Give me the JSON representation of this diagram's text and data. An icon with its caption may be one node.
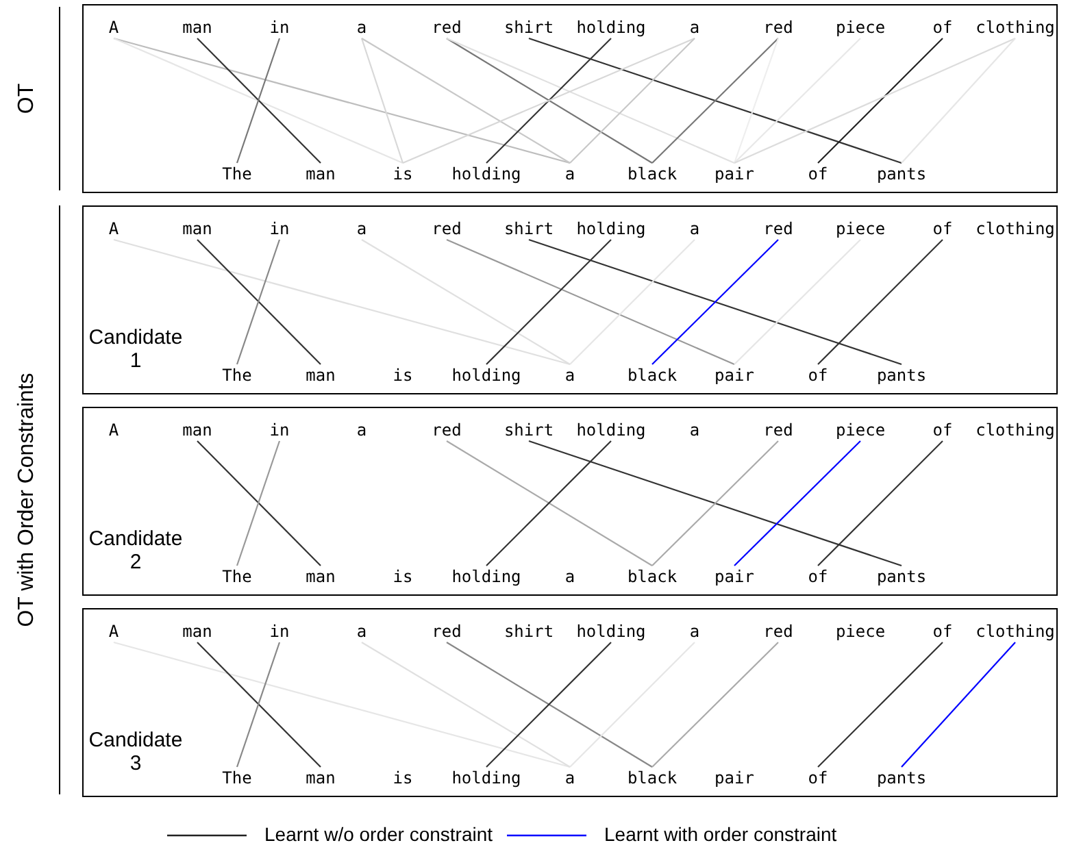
{
  "diagram": {
    "nodes": [
      {
        "text": [],
        "shape": "box",
        "beside": [
          "OT"
        ]
      },
      {
        "text": [
          "A"
        ],
        "in": 0
      },
      {
        "text": [
          "man"
        ],
        "in": 0
      },
      {
        "text": [
          "in"
        ],
        "in": 0
      },
      {
        "text": [
          "a"
        ],
        "in": 0
      },
      {
        "text": [
          "red"
        ],
        "in": 0
      },
      {
        "text": [
          "shirt"
        ],
        "in": 0
      },
      {
        "text": [
          "holding"
        ],
        "in": 0
      },
      {
        "text": [
          "a"
        ],
        "in": 0
      },
      {
        "text": [
          "red"
        ],
        "in": 0
      },
      {
        "text": [
          "piece"
        ],
        "in": 0
      },
      {
        "text": [
          "of"
        ],
        "in": 0
      },
      {
        "text": [
          "clothing"
        ],
        "in": 0
      },
      {
        "text": [
          "The"
        ],
        "in": 0
      },
      {
        "text": [
          "man"
        ],
        "in": 0
      },
      {
        "text": [
          "is"
        ],
        "in": 0
      },
      {
        "text": [
          "holding"
        ],
        "in": 0
      },
      {
        "text": [
          "a"
        ],
        "in": 0
      },
      {
        "text": [
          "black"
        ],
        "in": 0
      },
      {
        "text": [
          "pair"
        ],
        "in": 0
      },
      {
        "text": [
          "of"
        ],
        "in": 0
      },
      {
        "text": [
          "pants"
        ],
        "in": 0
      },
      {
        "text": [
          "Candidate 1"
        ]
      },
      {
        "text": [
          "A"
        ],
        "in": 22
      },
      {
        "text": [
          "man"
        ],
        "in": 22
      },
      {
        "text": [
          "in"
        ],
        "in": 22
      },
      {
        "text": [
          "a"
        ],
        "in": 22
      },
      {
        "text": [
          "red"
        ],
        "in": 22
      },
      {
        "text": [
          "shirt"
        ],
        "in": 22
      },
      {
        "text": [
          "holding"
        ],
        "in": 22
      },
      {
        "text": [
          "a"
        ],
        "in": 22
      },
      {
        "text": [
          "red"
        ],
        "in": 22
      },
      {
        "text": [
          "piece"
        ],
        "in": 22
      },
      {
        "text": [
          "of"
        ],
        "in": 22
      },
      {
        "text": [
          "clothing"
        ],
        "in": 22
      },
      {
        "text": [
          "The"
        ],
        "in": 22
      },
      {
        "text": [
          "man"
        ],
        "in": 22
      },
      {
        "text": [
          "is"
        ],
        "in": 22
      },
      {
        "text": [
          "holding"
        ],
        "in": 22
      },
      {
        "text": [
          "a"
        ],
        "in": 22
      },
      {
        "text": [
          "black"
        ],
        "in": 22
      },
      {
        "text": [
          "pair"
        ],
        "in": 22
      },
      {
        "text": [
          "of"
        ],
        "in": 22
      },
      {
        "text": [
          "pants"
        ],
        "in": 22
      },
      {
        "text": [
          "Candidate 2"
        ]
      },
      {
        "text": [
          "A"
        ],
        "in": 44
      },
      {
        "text": [
          "man"
        ],
        "in": 44
      },
      {
        "text": [
          "in"
        ],
        "in": 44
      },
      {
        "text": [
          "a"
        ],
        "in": 44
      },
      {
        "text": [
          "red"
        ],
        "in": 44
      },
      {
        "text": [
          "shirt"
        ],
        "in": 44
      },
      {
        "text": [
          "holding"
        ],
        "in": 44
      },
      {
        "text": [
          "a"
        ],
        "in": 44
      },
      {
        "text": [
          "red"
        ],
        "in": 44
      },
      {
        "text": [
          "piece"
        ],
        "in": 44
      },
      {
        "text": [
          "of"
        ],
        "in": 44
      },
      {
        "text": [
          "clothing"
        ],
        "in": 44
      },
      {
        "text": [
          "The"
        ],
        "in": 44
      },
      {
        "text": [
          "man"
        ],
        "in": 44
      },
      {
        "text": [
          "is"
        ],
        "in": 44
      },
      {
        "text": [
          "holding"
        ],
        "in": 44
      },
      {
        "text": [
          "a"
        ],
        "in": 44
      },
      {
        "text": [
          "black"
        ],
        "in": 44
      },
      {
        "text": [
          "pair"
        ],
        "in": 44
      },
      {
        "text": [
          "of"
        ],
        "in": 44
      },
      {
        "text": [
          "pants"
        ],
        "in": 44
      },
      {
        "text": [
          "Candidate 3"
        ]
      },
      {
        "text": [
          "A"
        ],
        "in": 66
      },
      {
        "text": [
          "man"
        ],
        "in": 66
      },
      {
        "text": [
          "in"
        ],
        "in": 66
      },
      {
        "text": [
          "a"
        ],
        "in": 66
      },
      {
        "text": [
          "red"
        ],
        "in": 66
      },
      {
        "text": [
          "shirt"
        ],
        "in": 66
      },
      {
        "text": [
          "holding"
        ],
        "in": 66
      },
      {
        "text": [
          "a"
        ],
        "in": 66
      },
      {
        "text": [
          "red"
        ],
        "in": 66
      },
      {
        "text": [
          "piece"
        ],
        "in": 66
      },
      {
        "text": [
          "of"
        ],
        "in": 66
      },
      {
        "text": [
          "clothing"
        ],
        "in": 66
      },
      {
        "text": [
          "The"
        ],
        "in": 66
      },
      {
        "text": [
          "man"
        ],
        "in": 66
      },
      {
        "text": [
          "is"
        ],
        "in": 66
      },
      {
        "text": [
          "holding"
        ],
        "in": 66
      },
      {
        "text": [
          "a"
        ],
        "in": 66
      },
      {
        "text": [
          "black"
        ],
        "in": 66
      },
      {
        "text": [
          "pair"
        ],
        "in": 66
      },
      {
        "text": [
          "of"
        ],
        "in": 66
      },
      {
        "text": [
          "pants"
        ],
        "in": 66
      }
    ],
    "edges": [
      {
        "from": 1,
        "to": 17,
        "arrow": "none",
        "color": "#bdbdbd"
      },
      {
        "from": 1,
        "to": 15,
        "arrow": "none",
        "color": "#e6e6e6"
      },
      {
        "from": 2,
        "to": 14,
        "arrow": "none",
        "color": "#333333"
      },
      {
        "from": 3,
        "to": 13,
        "arrow": "none",
        "color": "#777777"
      },
      {
        "from": 4,
        "to": 15,
        "arrow": "none",
        "color": "#d8d8d8"
      },
      {
        "from": 4,
        "to": 17,
        "arrow": "none",
        "color": "#c8c8c8"
      },
      {
        "from": 5,
        "to": 18,
        "arrow": "none",
        "color": "#777777"
      },
      {
        "from": 5,
        "to": 19,
        "arrow": "none",
        "color": "#e0e0e0"
      },
      {
        "from": 6,
        "to": 21,
        "arrow": "none",
        "color": "#333333"
      },
      {
        "from": 7,
        "to": 16,
        "arrow": "none",
        "color": "#333333"
      },
      {
        "from": 8,
        "to": 15,
        "arrow": "none",
        "color": "#d8d8d8"
      },
      {
        "from": 8,
        "to": 17,
        "arrow": "none",
        "color": "#c8c8c8"
      },
      {
        "from": 9,
        "to": 18,
        "arrow": "none",
        "color": "#777777"
      },
      {
        "from": 9,
        "to": 19,
        "arrow": "none",
        "color": "#eeeeee"
      },
      {
        "from": 10,
        "to": 19,
        "arrow": "none",
        "color": "#e8e8e8"
      },
      {
        "from": 11,
        "to": 20,
        "arrow": "none",
        "color": "#222222"
      },
      {
        "from": 12,
        "to": 19,
        "arrow": "none",
        "color": "#dcdcdc"
      },
      {
        "from": 12,
        "to": 21,
        "arrow": "none",
        "color": "#e6e6e6"
      },
      {
        "from": 23,
        "to": 39,
        "arrow": "none",
        "color": "#e0e0e0"
      },
      {
        "from": 24,
        "to": 36,
        "arrow": "none",
        "color": "#333333"
      },
      {
        "from": 25,
        "to": 35,
        "arrow": "none",
        "color": "#888888"
      },
      {
        "from": 26,
        "to": 39,
        "arrow": "none",
        "color": "#e0e0e0"
      },
      {
        "from": 27,
        "to": 41,
        "arrow": "none",
        "color": "#999999"
      },
      {
        "from": 28,
        "to": 43,
        "arrow": "none",
        "color": "#333333"
      },
      {
        "from": 29,
        "to": 38,
        "arrow": "none",
        "color": "#333333"
      },
      {
        "from": 30,
        "to": 39,
        "arrow": "none",
        "color": "#e6e6e6"
      },
      {
        "from": 31,
        "to": 40,
        "arrow": "none",
        "color": "#0000ff"
      },
      {
        "from": 32,
        "to": 41,
        "arrow": "none",
        "color": "#e6e6e6"
      },
      {
        "from": 33,
        "to": 42,
        "arrow": "none",
        "color": "#333333"
      },
      {
        "from": 46,
        "to": 58,
        "arrow": "none",
        "color": "#333333"
      },
      {
        "from": 47,
        "to": 57,
        "arrow": "none",
        "color": "#999999"
      },
      {
        "from": 49,
        "to": 62,
        "arrow": "none",
        "color": "#aaaaaa"
      },
      {
        "from": 50,
        "to": 65,
        "arrow": "none",
        "color": "#333333"
      },
      {
        "from": 51,
        "to": 60,
        "arrow": "none",
        "color": "#333333"
      },
      {
        "from": 53,
        "to": 62,
        "arrow": "none",
        "color": "#aaaaaa"
      },
      {
        "from": 54,
        "to": 63,
        "arrow": "none",
        "color": "#0000ff"
      },
      {
        "from": 55,
        "to": 64,
        "arrow": "none",
        "color": "#333333"
      },
      {
        "from": 67,
        "to": 83,
        "arrow": "none",
        "color": "#e6e6e6"
      },
      {
        "from": 68,
        "to": 80,
        "arrow": "none",
        "color": "#333333"
      },
      {
        "from": 69,
        "to": 79,
        "arrow": "none",
        "color": "#888888"
      },
      {
        "from": 70,
        "to": 83,
        "arrow": "none",
        "color": "#e0e0e0"
      },
      {
        "from": 71,
        "to": 84,
        "arrow": "none",
        "color": "#888888"
      },
      {
        "from": 73,
        "to": 82,
        "arrow": "none",
        "color": "#333333"
      },
      {
        "from": 74,
        "to": 83,
        "arrow": "none",
        "color": "#e6e6e6"
      },
      {
        "from": 75,
        "to": 84,
        "arrow": "none",
        "color": "#aaaaaa"
      },
      {
        "from": 77,
        "to": 86,
        "arrow": "none",
        "color": "#333333"
      },
      {
        "from": 78,
        "to": 87,
        "arrow": "none",
        "color": "#0000ff"
      }
    ],
    "labels": [
      "OT with Order Constraints"
    ],
    "legend": [
      {
        "text": "Learnt w/o order constraint"
      },
      {
        "text": "Learnt with order constraint"
      }
    ]
  }
}
